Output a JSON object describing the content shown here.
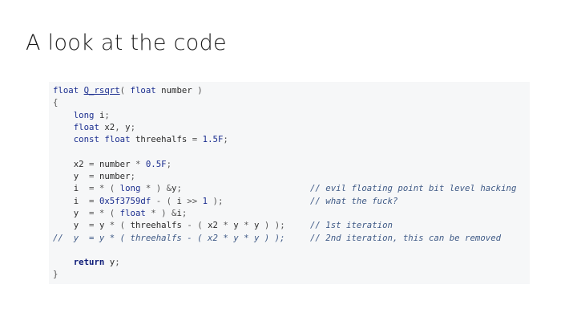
{
  "slide": {
    "title": "A look at the code"
  },
  "code": {
    "lines": [
      {
        "text": "float Q_rsqrt( float number )",
        "comment": ""
      },
      {
        "text": "{",
        "comment": ""
      },
      {
        "text": "    long i;",
        "comment": ""
      },
      {
        "text": "    float x2, y;",
        "comment": ""
      },
      {
        "text": "    const float threehalfs = 1.5F;",
        "comment": ""
      },
      {
        "text": "",
        "comment": ""
      },
      {
        "text": "    x2 = number * 0.5F;",
        "comment": ""
      },
      {
        "text": "    y  = number;",
        "comment": ""
      },
      {
        "text": "    i  = * ( long * ) &y;",
        "comment": "// evil floating point bit level hacking"
      },
      {
        "text": "    i  = 0x5f3759df - ( i >> 1 );",
        "comment": "// what the fuck?"
      },
      {
        "text": "    y  = * ( float * ) &i;",
        "comment": ""
      },
      {
        "text": "    y  = y * ( threehalfs - ( x2 * y * y ) );",
        "comment": "// 1st iteration"
      },
      {
        "text": "//  y  = y * ( threehalfs - ( x2 * y * y ) );",
        "comment": "// 2nd iteration, this can be removed"
      },
      {
        "text": "",
        "comment": ""
      },
      {
        "text": "    return y;",
        "comment": ""
      },
      {
        "text": "}",
        "comment": ""
      }
    ]
  }
}
